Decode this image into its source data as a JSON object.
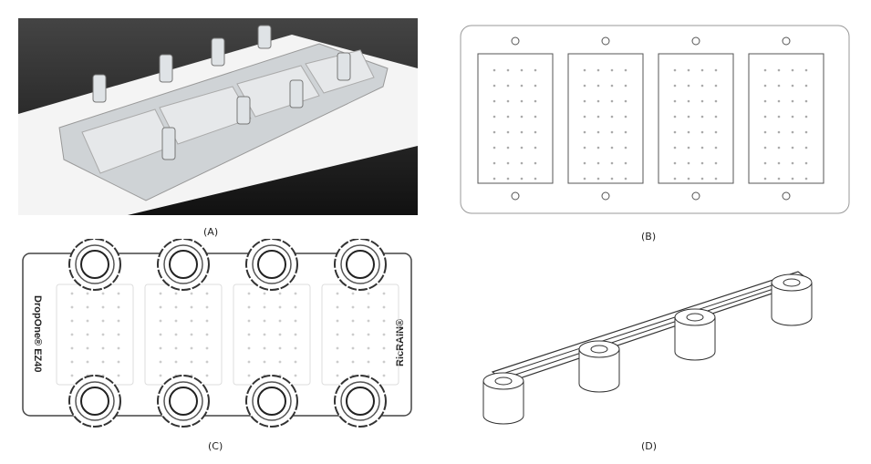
{
  "panels": [
    {
      "label": "(A)",
      "content": "photo-chip"
    },
    {
      "label": "(B)",
      "content": "top-view-drawing"
    },
    {
      "label": "(C)",
      "content": "chip-layout",
      "texts": {
        "left": "DropOne® EZ40",
        "right": "RicRAIN®"
      }
    },
    {
      "label": "(D)",
      "content": "isometric-connector"
    }
  ]
}
